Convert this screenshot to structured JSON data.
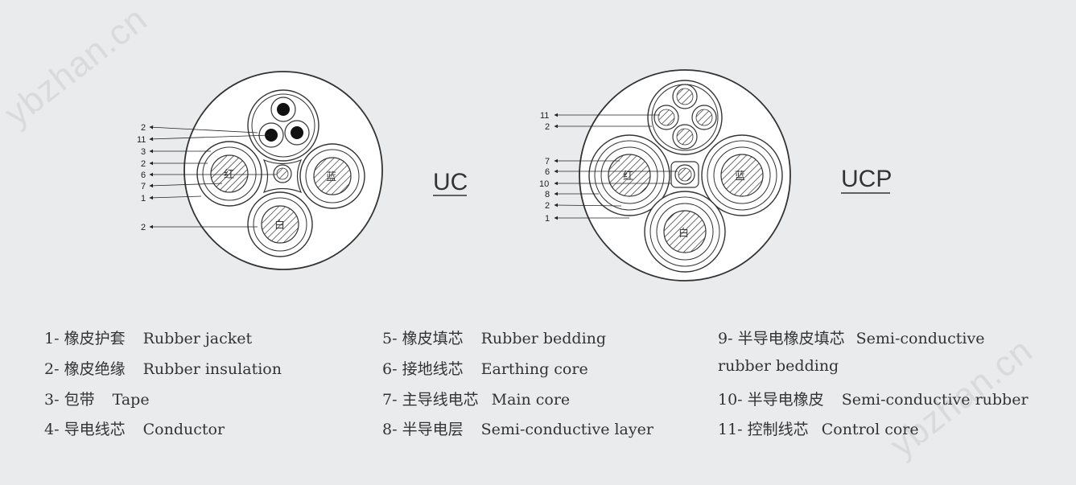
{
  "watermark": "ybzhan.cn",
  "uc": {
    "title": "UC",
    "core_labels": {
      "red": "红",
      "blue": "蓝",
      "white": "白"
    },
    "callouts": [
      "2",
      "11",
      "3",
      "2",
      "6",
      "7",
      "1",
      "2"
    ]
  },
  "ucp": {
    "title": "UCP",
    "core_labels": {
      "red": "红",
      "blue": "蓝",
      "white": "白"
    },
    "callouts": [
      "11",
      "2",
      "7",
      "6",
      "10",
      "8",
      "2",
      "1"
    ]
  },
  "legend": [
    {
      "num": "1-",
      "cn": "橡皮护套",
      "en": "Rubber jacket"
    },
    {
      "num": "2-",
      "cn": "橡皮绝缘",
      "en": "Rubber insulation"
    },
    {
      "num": "3-",
      "cn": "包带",
      "en": "Tape"
    },
    {
      "num": "4-",
      "cn": "导电线芯",
      "en": "Conductor"
    },
    {
      "num": "5-",
      "cn": "橡皮填芯",
      "en": "Rubber bedding"
    },
    {
      "num": "6-",
      "cn": "接地线芯",
      "en": "Earthing core"
    },
    {
      "num": "7-",
      "cn": "主导线电芯",
      "en": "Main core"
    },
    {
      "num": "8-",
      "cn": "半导电层",
      "en": "Semi-conductive layer"
    },
    {
      "num": "9-",
      "cn": "半导电橡皮填芯",
      "en": "Semi-conductive"
    },
    {
      "cont": "rubber bedding"
    },
    {
      "num": "10-",
      "cn": "半导电橡皮",
      "en": "Semi-conductive rubber"
    },
    {
      "num": "11-",
      "cn": "控制线芯",
      "en": "Control core"
    }
  ]
}
